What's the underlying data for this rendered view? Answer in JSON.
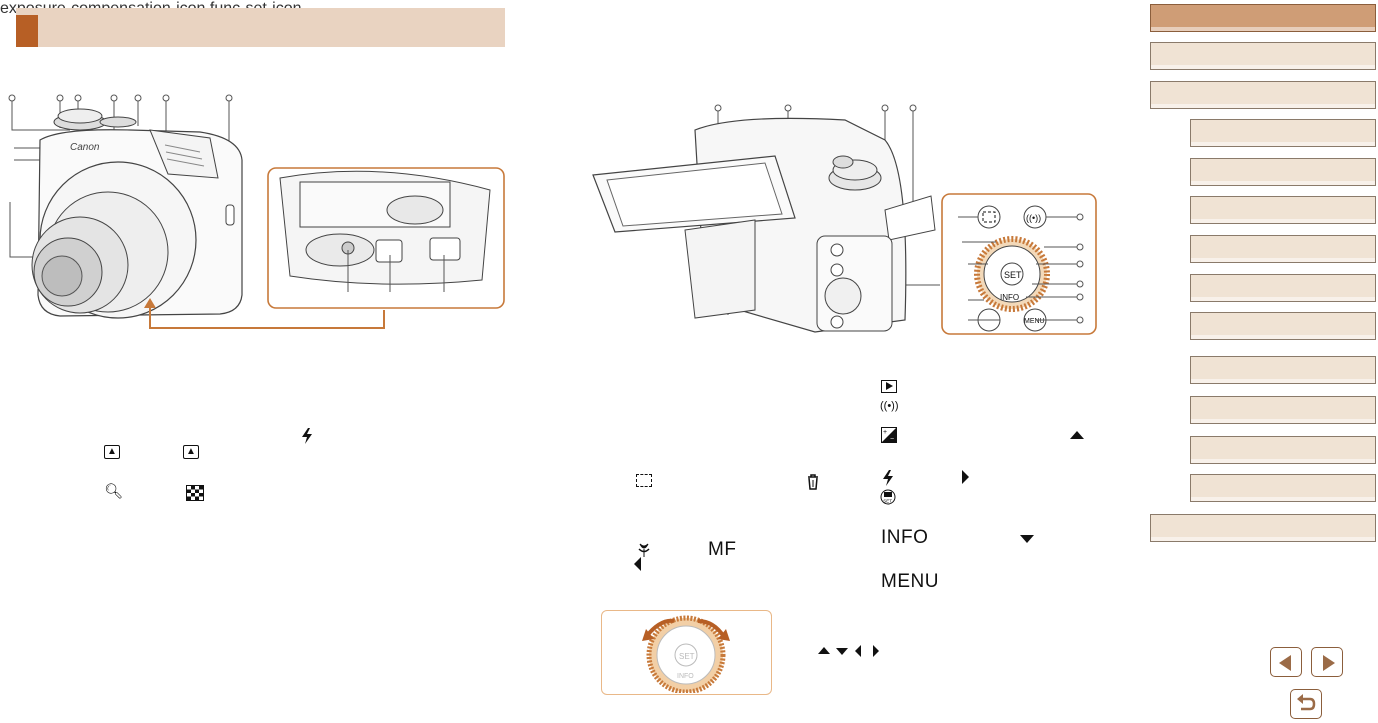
{
  "page": {
    "header_title": "",
    "icons": {
      "flash": "flash-icon",
      "zoom_tele": "zoom-tele-icon",
      "zoom_wide": "zoom-wide-icon",
      "magnify": "magnify-icon",
      "index": "index-display-icon",
      "frame_assist": "framing-assist-icon",
      "erase": "erase-icon",
      "macro": "macro-icon",
      "playback": "playback-icon",
      "wifi": "wifi-icon",
      "exposure": "exposure-compensation-icon",
      "func_set": "func-set-icon"
    }
  },
  "controls_text": {
    "mf": "MF",
    "info": "INFO",
    "menu": "MENU"
  },
  "colors": {
    "header_bg": "#e9d3c1",
    "accent": "#b75f25",
    "nav_top": "#cf9d76",
    "nav_item": "#f0e3d4",
    "ring": "#c7793a"
  },
  "nav": {
    "items": [
      {
        "label": ""
      },
      {
        "label": ""
      },
      {
        "label": ""
      },
      {
        "label": ""
      },
      {
        "label": ""
      },
      {
        "label": ""
      },
      {
        "label": ""
      },
      {
        "label": ""
      },
      {
        "label": ""
      },
      {
        "label": ""
      },
      {
        "label": ""
      },
      {
        "label": ""
      },
      {
        "label": ""
      },
      {
        "label": ""
      }
    ]
  },
  "pager": {
    "prev": "previous-page",
    "next": "next-page",
    "back": "back"
  }
}
